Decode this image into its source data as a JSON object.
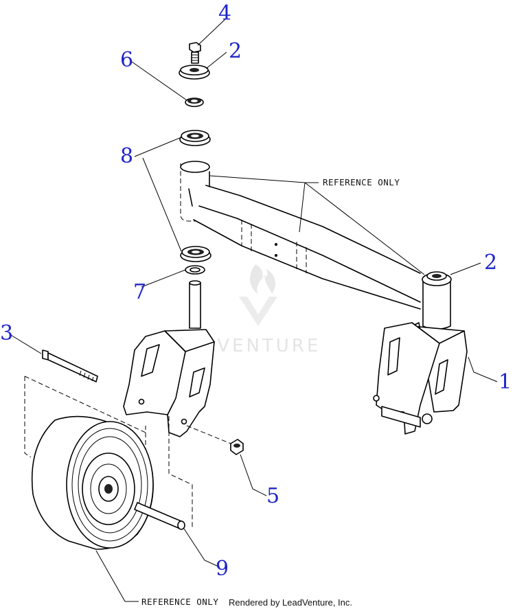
{
  "callouts": {
    "c4": "4",
    "c2_top": "2",
    "c6": "6",
    "c8": "8",
    "c7": "7",
    "c3": "3",
    "c2_right": "2",
    "c1": "1",
    "c5": "5",
    "c9": "9"
  },
  "notes": {
    "reference_top": "REFERENCE ONLY",
    "reference_bottom": "REFERENCE ONLY"
  },
  "credit": "Rendered by LeadVenture, Inc.",
  "watermark": "LEADVENTURE",
  "colors": {
    "callout": "#1e25c8",
    "line": "#000000",
    "watermark": "#e4e4e4"
  }
}
